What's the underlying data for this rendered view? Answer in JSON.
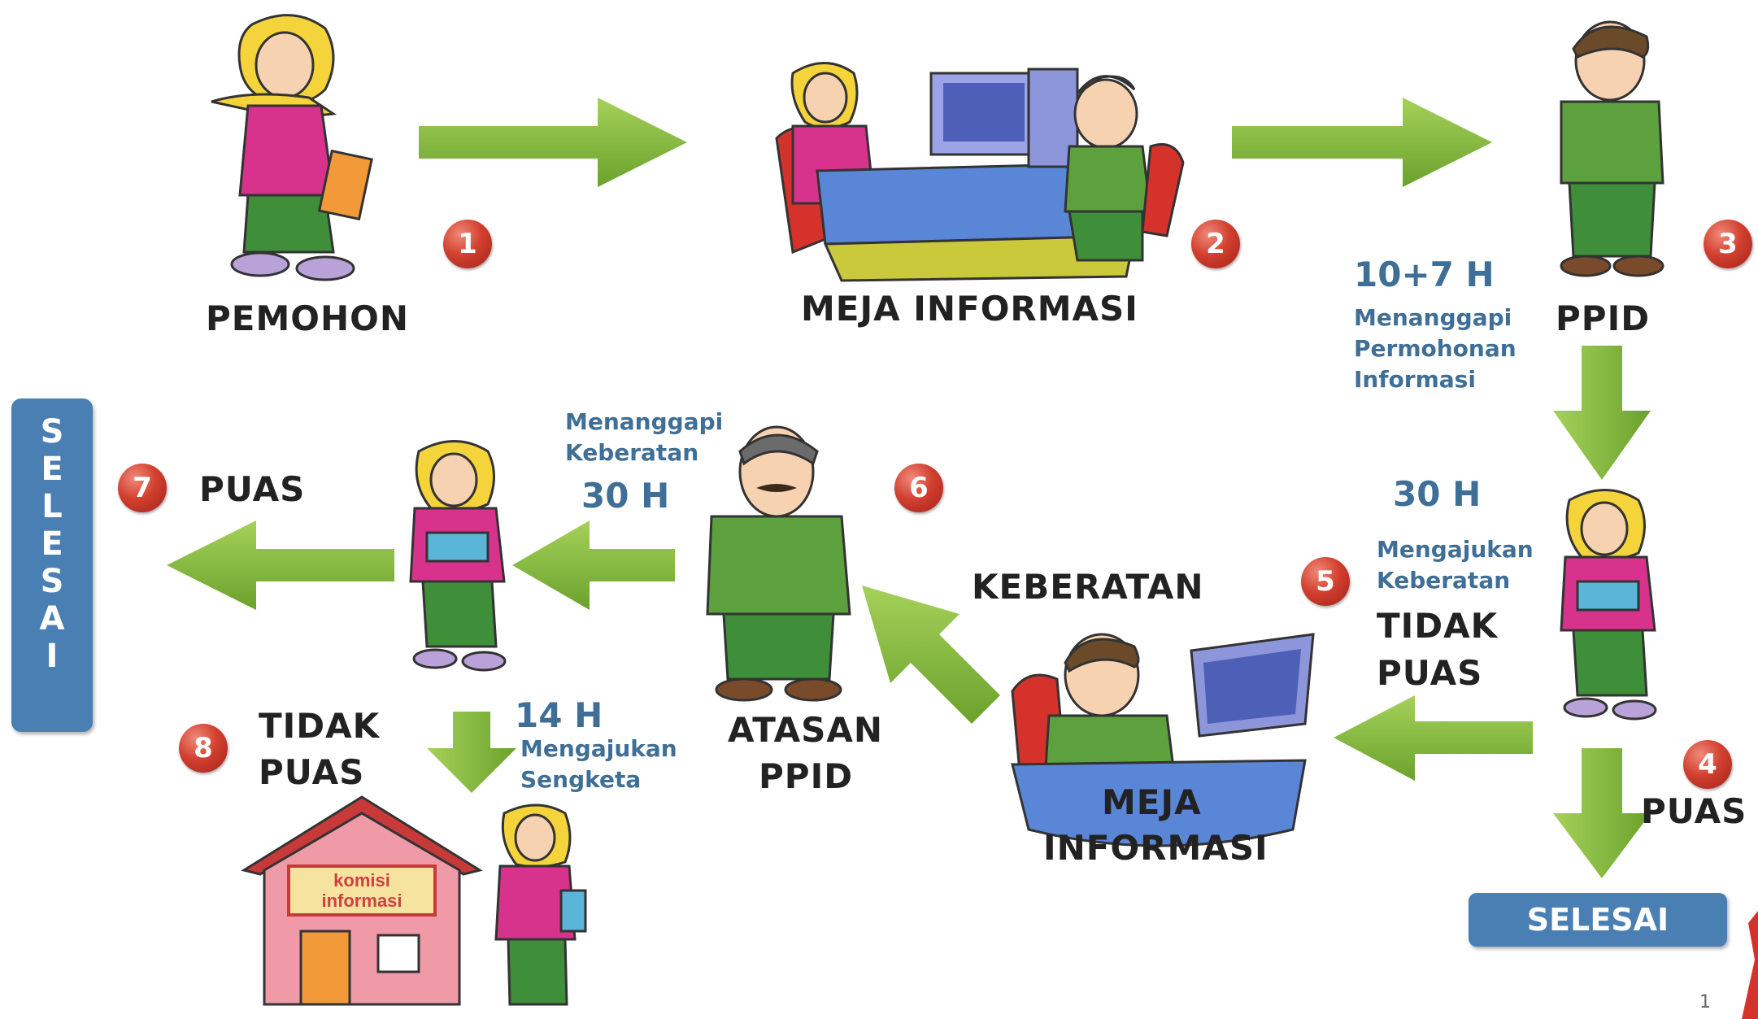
{
  "labels": {
    "pemohon": "PEMOHON",
    "meja_informasi_top": "MEJA INFORMASI",
    "ppid": "PPID",
    "puas_7": "PUAS",
    "keberatan": "KEBERATAN",
    "tidak_puas_5_line1": "TIDAK",
    "tidak_puas_5_line2": "PUAS",
    "atasan_line1": "ATASAN",
    "atasan_line2": "PPID",
    "tidak_puas_8_line1": "TIDAK",
    "tidak_puas_8_line2": "PUAS",
    "puas_4": "PUAS",
    "meja_informasi_bottom_line1": "MEJA",
    "meja_informasi_bottom_line2": "INFORMASI",
    "komisi_line1": "komisi",
    "komisi_line2": "informasi"
  },
  "durations": {
    "ppid_response": "10+7 H",
    "objection_filing": "30 H",
    "objection_response": "30 H",
    "dispute_filing": "14 H"
  },
  "notes": {
    "ppid_response": [
      "Menanggapi",
      "Permohonan",
      "Informasi"
    ],
    "objection_filing": [
      "Mengajukan",
      "Keberatan"
    ],
    "objection_response": [
      "Menanggapi",
      "Keberatan"
    ],
    "dispute_filing": [
      "Mengajukan",
      "Sengketa"
    ]
  },
  "steps": [
    "1",
    "2",
    "3",
    "4",
    "5",
    "6",
    "7",
    "8"
  ],
  "selesai": {
    "vertical": [
      "S",
      "E",
      "L",
      "E",
      "S",
      "A",
      "I"
    ],
    "horizontal": "SELESAI"
  },
  "page_number": "1",
  "colors": {
    "arrow": "#7fb33d",
    "badge": "#c8352a",
    "selesai_box": "#4a7fb4",
    "note_text": "#3f6f96"
  }
}
